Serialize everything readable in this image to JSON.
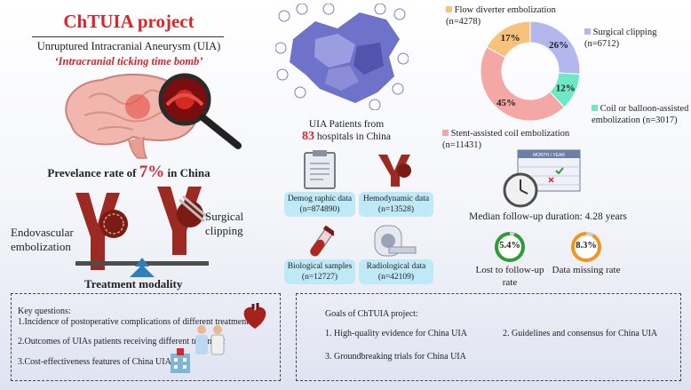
{
  "header": {
    "title": "ChTUIA project",
    "subtitle": "Unruptured Intracranial Aneurysm (UIA)",
    "tagline": "‘Intracranial ticking time bomb’"
  },
  "prevalence": {
    "prefix": "Prevelance rate of ",
    "value": "7%",
    "suffix": " in China"
  },
  "treatments": {
    "endovascular": "Endovascular\nembolization",
    "surgical": "Surgical\nclipping",
    "modality": "Treatment modality"
  },
  "patients": {
    "line1": "UIA Patients from",
    "count": "83",
    "line2": " hospitals in China"
  },
  "datasets": [
    {
      "label": "Demog raphic data",
      "n": "(n=874890)"
    },
    {
      "label": "Hemodynamic data",
      "n": "(n=13528)"
    },
    {
      "label": "Biological samples",
      "n": "(n=12727)"
    },
    {
      "label": "Radiological data",
      "n": "(n=42109)"
    }
  ],
  "chart_data": {
    "type": "pie",
    "donut": true,
    "slices": [
      {
        "label": "Surgical clipping",
        "n": "(n=6712)",
        "percent": 26,
        "color": "#b4b7ee"
      },
      {
        "label": "Coil or balloon-assisted embolization",
        "n": "(n=3017)",
        "percent": 12,
        "color": "#6fe8c5"
      },
      {
        "label": "Stent-assisted coil embolization",
        "n": "(n=11431)",
        "percent": 45,
        "color": "#f4a7a4"
      },
      {
        "label": "Flow diverter embolization",
        "n": "(n=4278)",
        "percent": 17,
        "color": "#f8c27c"
      }
    ]
  },
  "followup": {
    "median": "Median follow-up duration: 4.28 years",
    "calendar_header": "MONTH / YEAR",
    "lost": {
      "value": "5.4%",
      "fraction": 0.054,
      "label": "Lost to follow-up\nrate"
    },
    "missing": {
      "value": "8.3%",
      "fraction": 0.083,
      "label": "Data missing rate"
    }
  },
  "key_questions": {
    "title": "Key questions:",
    "items": [
      "1.Incidence of postoperative complications of different treatment",
      "2.Outcomes of UIAs patients receiving different treatment",
      "3.Cost-effectiveness features of China UIA"
    ]
  },
  "goals": {
    "title": "Goals of ChTUIA project:",
    "items": [
      "1. High-quality evidence for China UIA",
      "2. Guidelines and consensus for China UIA",
      "3. Groundbreaking trials for China UIA"
    ]
  },
  "colors": {
    "accent_red": "#d8262b",
    "pill_blue": "#bfe9f7",
    "ring_green": "#2e9c36",
    "ring_orange": "#f3941e"
  }
}
